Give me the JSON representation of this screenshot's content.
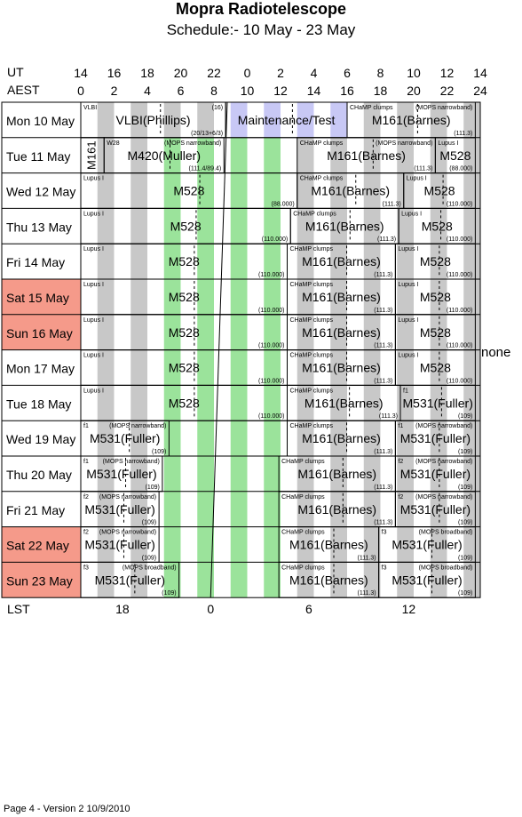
{
  "header": {
    "title": "Mopra Radiotelescope",
    "subtitle": "Schedule:- 10 May - 23 May",
    "ut_label": "UT",
    "aest_label": "AEST",
    "lst_label": "LST",
    "ut_ticks": [
      "14",
      "16",
      "18",
      "20",
      "22",
      "0",
      "2",
      "4",
      "6",
      "8",
      "10",
      "12",
      "14"
    ],
    "aest_ticks": [
      "0",
      "2",
      "4",
      "6",
      "8",
      "10",
      "12",
      "14",
      "16",
      "18",
      "20",
      "22",
      "24"
    ],
    "lst_ticks": [
      "18",
      "0",
      "6",
      "12"
    ]
  },
  "side_note": "none",
  "footer": {
    "text": "Page 4 - Version 2  10/9/2010"
  },
  "colors": {
    "grey_band": "#c8c8c8",
    "green_band": "#9be39b",
    "blue_band": "#c8c8f5",
    "weekend": "#f59a8a"
  },
  "days": [
    {
      "label": "Mon 10 May",
      "weekend": false,
      "blocks": [
        {
          "start": 0,
          "end": 8.7,
          "tl": "VLBI",
          "tr": "(16)",
          "main": "VLBI(Phillips)",
          "br": "(20/13+6/3)"
        },
        {
          "start": 8.7,
          "end": 16,
          "tl": "",
          "tr": "",
          "main": "Maintenance/Test",
          "br": "",
          "blue": true
        },
        {
          "start": 16,
          "end": 23.7,
          "tl": "CHaMP clumps",
          "tr": "(MOPS narrowband)",
          "main": "M161(Barnes)",
          "br": "(111.3)"
        }
      ]
    },
    {
      "label": "Tue  11 May",
      "weekend": false,
      "blocks": [
        {
          "start": 0,
          "end": 1.4,
          "tl": "",
          "tr": "",
          "main": "M161",
          "br": "",
          "vertical": true
        },
        {
          "start": 1.4,
          "end": 8.6,
          "tl": "W28",
          "tr": "(MOPS narrowband)",
          "main": "M420(Muller)",
          "br": "(111.4/89.4)"
        },
        {
          "start": 8.6,
          "end": 13,
          "tl": "",
          "tr": "",
          "main": "",
          "br": "",
          "green": true
        },
        {
          "start": 13,
          "end": 21.3,
          "tl": "CHaMP clumps",
          "tr": "(MOPS narrowband)",
          "main": "M161(Barnes)",
          "br": "(111.3)"
        },
        {
          "start": 21.3,
          "end": 23.7,
          "tl": "Lupus I",
          "tr": "",
          "main": "M528",
          "br": "(88.000)"
        }
      ]
    },
    {
      "label": "Wed 12 May",
      "weekend": false,
      "blocks": [
        {
          "start": 0,
          "end": 13,
          "tl": "Lupus I",
          "tr": "",
          "main": "M528",
          "br": "(88.000)"
        },
        {
          "start": 13,
          "end": 19.4,
          "tl": "CHaMP clumps",
          "tr": "",
          "main": "M161(Barnes)",
          "br": "(111.3)"
        },
        {
          "start": 19.4,
          "end": 23.7,
          "tl": "Lupus I",
          "tr": "",
          "main": "M528",
          "br": "(110.000)"
        }
      ]
    },
    {
      "label": "Thu  13 May",
      "weekend": false,
      "blocks": [
        {
          "start": 0,
          "end": 12.6,
          "tl": "Lupus I",
          "tr": "",
          "main": "M528",
          "br": "(110.000)"
        },
        {
          "start": 12.6,
          "end": 19.1,
          "tl": "CHaMP clumps",
          "tr": "",
          "main": "M161(Barnes)",
          "br": "(111.3)"
        },
        {
          "start": 19.1,
          "end": 23.7,
          "tl": "Lupus I",
          "tr": "",
          "main": "M528",
          "br": "(110.000)"
        }
      ]
    },
    {
      "label": "Fri    14 May",
      "weekend": false,
      "blocks": [
        {
          "start": 0,
          "end": 12.4,
          "tl": "Lupus I",
          "tr": "",
          "main": "M528",
          "br": "(110.000)"
        },
        {
          "start": 12.4,
          "end": 18.9,
          "tl": "CHaMP clumps",
          "tr": "",
          "main": "M161(Barnes)",
          "br": "(111.3)"
        },
        {
          "start": 18.9,
          "end": 23.7,
          "tl": "Lupus I",
          "tr": "",
          "main": "M528",
          "br": "(110.000)"
        }
      ]
    },
    {
      "label": "Sat  15 May",
      "weekend": true,
      "blocks": [
        {
          "start": 0,
          "end": 12.4,
          "tl": "Lupus I",
          "tr": "",
          "main": "M528",
          "br": "(110.000)"
        },
        {
          "start": 12.4,
          "end": 18.9,
          "tl": "CHaMP clumps",
          "tr": "",
          "main": "M161(Barnes)",
          "br": "(111.3)"
        },
        {
          "start": 18.9,
          "end": 23.7,
          "tl": "Lupus I",
          "tr": "",
          "main": "M528",
          "br": "(110.000)"
        }
      ]
    },
    {
      "label": "Sun  16 May",
      "weekend": true,
      "blocks": [
        {
          "start": 0,
          "end": 12.4,
          "tl": "Lupus I",
          "tr": "",
          "main": "M528",
          "br": "(110.000)"
        },
        {
          "start": 12.4,
          "end": 18.9,
          "tl": "CHaMP clumps",
          "tr": "",
          "main": "M161(Barnes)",
          "br": "(111.3)"
        },
        {
          "start": 18.9,
          "end": 23.7,
          "tl": "Lupus I",
          "tr": "",
          "main": "M528",
          "br": "(110.000)"
        }
      ]
    },
    {
      "label": "Mon 17 May",
      "weekend": false,
      "blocks": [
        {
          "start": 0,
          "end": 12.4,
          "tl": "Lupus I",
          "tr": "",
          "main": "M528",
          "br": "(110.000)"
        },
        {
          "start": 12.4,
          "end": 18.9,
          "tl": "CHaMP clumps",
          "tr": "",
          "main": "M161(Barnes)",
          "br": "(111.3)"
        },
        {
          "start": 18.9,
          "end": 23.7,
          "tl": "Lupus I",
          "tr": "",
          "main": "M528",
          "br": "(110.000)"
        }
      ]
    },
    {
      "label": "Tue   18 May",
      "weekend": false,
      "blocks": [
        {
          "start": 0,
          "end": 12.4,
          "tl": "Lupus I",
          "tr": "",
          "main": "M528",
          "br": "(110.000)"
        },
        {
          "start": 12.4,
          "end": 19.2,
          "tl": "CHaMP clumps",
          "tr": "",
          "main": "M161(Barnes)",
          "br": "(111.3)"
        },
        {
          "start": 19.2,
          "end": 23.7,
          "tl": "f1",
          "tr": "",
          "main": "M531(Fuller)",
          "br": "(109)"
        }
      ]
    },
    {
      "label": "Wed 19 May",
      "weekend": false,
      "blocks": [
        {
          "start": 0,
          "end": 5.3,
          "tl": "f1",
          "tr": "(MOPS narrowband)",
          "main": "M531(Fuller)",
          "br": "(109)"
        },
        {
          "start": 5.3,
          "end": 12.4,
          "tl": "",
          "tr": "",
          "main": "",
          "br": "",
          "green": true
        },
        {
          "start": 12.4,
          "end": 18.9,
          "tl": "CHaMP clumps",
          "tr": "",
          "main": "M161(Barnes)",
          "br": "(111.3)"
        },
        {
          "start": 18.9,
          "end": 23.7,
          "tl": "f1",
          "tr": "(MOPS narrowband)",
          "main": "M531(Fuller)",
          "br": "(109)"
        }
      ]
    },
    {
      "label": "Thu  20 May",
      "weekend": false,
      "blocks": [
        {
          "start": 0,
          "end": 4.9,
          "tl": "f1",
          "tr": "(MOPS narrowband)",
          "main": "M531(Fuller)",
          "br": "(109)"
        },
        {
          "start": 4.9,
          "end": 11.9,
          "tl": "",
          "tr": "",
          "main": "",
          "br": "",
          "green": true
        },
        {
          "start": 11.9,
          "end": 18.9,
          "tl": "CHaMP clumps",
          "tr": "",
          "main": "M161(Barnes)",
          "br": "(111.3)"
        },
        {
          "start": 18.9,
          "end": 23.7,
          "tl": "f2",
          "tr": "(MOPS narrowband)",
          "main": "M531(Fuller)",
          "br": "(109)"
        }
      ]
    },
    {
      "label": "Fri    21 May",
      "weekend": false,
      "blocks": [
        {
          "start": 0,
          "end": 4.7,
          "tl": "f2",
          "tr": "(MOPS narrowband)",
          "main": "M531(Fuller)",
          "br": "(109)"
        },
        {
          "start": 4.7,
          "end": 11.9,
          "tl": "",
          "tr": "",
          "main": "",
          "br": "",
          "green": true
        },
        {
          "start": 11.9,
          "end": 18.9,
          "tl": "CHaMP clumps",
          "tr": "",
          "main": "M161(Barnes)",
          "br": "(111.3)"
        },
        {
          "start": 18.9,
          "end": 23.7,
          "tl": "f2",
          "tr": "(MOPS narrowband)",
          "main": "M531(Fuller)",
          "br": "(109)"
        }
      ]
    },
    {
      "label": "Sat   22 May",
      "weekend": true,
      "blocks": [
        {
          "start": 0,
          "end": 4.7,
          "tl": "f2",
          "tr": "(MOPS narrowband)",
          "main": "M531(Fuller)",
          "br": "(109)"
        },
        {
          "start": 4.7,
          "end": 11.9,
          "tl": "",
          "tr": "",
          "main": "",
          "br": "",
          "green": true
        },
        {
          "start": 11.9,
          "end": 17.9,
          "tl": "CHaMP clumps",
          "tr": "",
          "main": "M161(Barnes)",
          "br": "(111.3)"
        },
        {
          "start": 17.9,
          "end": 23.7,
          "tl": "f3",
          "tr": "(MOPS broadband)",
          "main": "M531(Fuller)",
          "br": "(109)"
        }
      ]
    },
    {
      "label": "Sun  23 May",
      "weekend": true,
      "blocks": [
        {
          "start": 0,
          "end": 5.9,
          "tl": "f3",
          "tr": "(MOPS broadband)",
          "main": "M531(Fuller)",
          "br": "(109)"
        },
        {
          "start": 5.9,
          "end": 11.9,
          "tl": "",
          "tr": "",
          "main": "",
          "br": "",
          "green": true
        },
        {
          "start": 11.9,
          "end": 17.9,
          "tl": "CHaMP clumps",
          "tr": "",
          "main": "M161(Barnes)",
          "br": "(111.3)"
        },
        {
          "start": 17.9,
          "end": 23.7,
          "tl": "f3",
          "tr": "(MOPS broadband)",
          "main": "M531(Fuller)",
          "br": "(109)"
        }
      ]
    }
  ]
}
